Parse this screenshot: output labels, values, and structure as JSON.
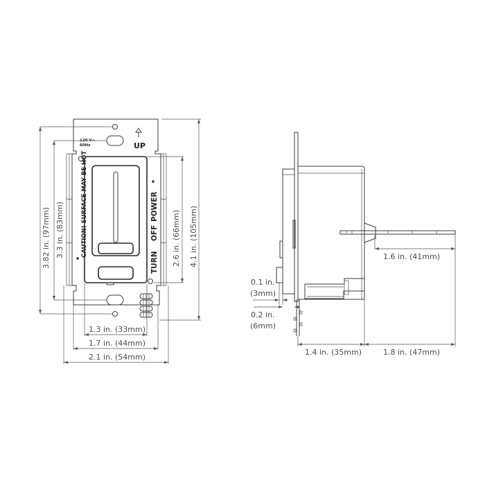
{
  "front_view": {
    "labels": {
      "voltage_line1": "120 V~",
      "voltage_line2": "60Hz",
      "up_label": "UP",
      "caution_label": "CAUTION! SURFACE MAY BE HOT",
      "power_label": "POWER",
      "off_label": "OFF",
      "turn_label": "TURN"
    },
    "dimensions": {
      "height_outer": "4.1 in. (105mm)",
      "height_holes": "3.82 in. (97mm)",
      "height_slots": "3.3 in. (83mm)",
      "height_face": "2.6 in. (66mm)",
      "width_face": "1.3 in. (33mm)",
      "width_body": "1.7 in. (44mm)",
      "width_plate": "2.1 in. (54mm)"
    }
  },
  "side_view": {
    "dimensions": {
      "antenna_length": "1.6 in. (41mm)",
      "plate_thickness_line1": "0.1 in.",
      "plate_thickness_line2": "(3mm)",
      "face_depth_line1": "0.2 in.",
      "face_depth_line2": "(6mm)",
      "body_depth": "1.4 in. (35mm)",
      "rear_extent": "1.8 in. (47mm)"
    }
  }
}
